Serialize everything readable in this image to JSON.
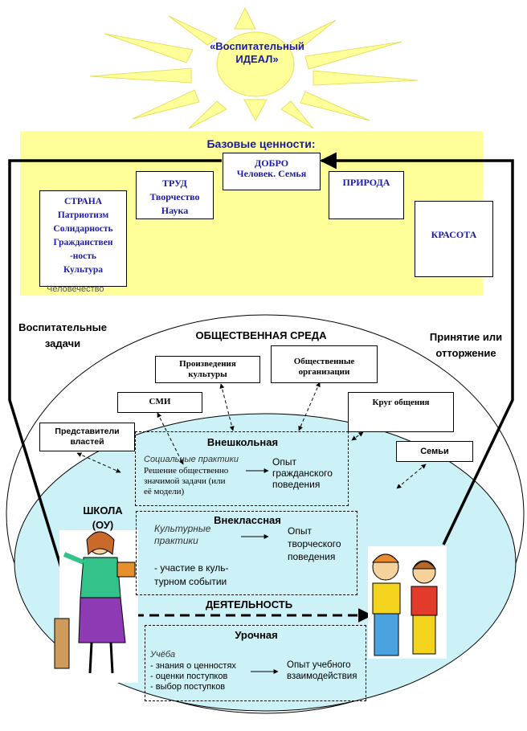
{
  "ideal": {
    "line1": "«Воспитательный",
    "line2": "ИДЕАЛ»"
  },
  "base_values": {
    "title": "Базовые ценности:",
    "dobro": {
      "title": "ДОБРО",
      "sub": "Человек. Семья"
    },
    "trud": {
      "title": "ТРУД",
      "line1": "Творчество",
      "line2": "Наука"
    },
    "priroda": {
      "title": "ПРИРОДА"
    },
    "strana": {
      "title": "СТРАНА",
      "lines": [
        "Патриотизм",
        "Солидарность",
        "Гражданствен",
        "-ность",
        "Культура"
      ],
      "overflow": "Человечество"
    },
    "krasota": {
      "title": "КРАСОТА"
    }
  },
  "side_labels": {
    "left_line1": "Воспитательные",
    "left_line2": "задачи",
    "right_line1": "Принятие или",
    "right_line2": "отторжение"
  },
  "environment": {
    "title": "ОБЩЕСТВЕННАЯ СРЕДА",
    "culture_works": {
      "line1": "Произведения",
      "line2": "культуры"
    },
    "public_orgs": {
      "line1": "Общественные",
      "line2": "организации"
    },
    "media": "СМИ",
    "circle": "Круг общения",
    "authorities": {
      "line1": "Представители",
      "line2": "властей"
    },
    "families": "Семьи"
  },
  "school": {
    "label_line1": "ШКОЛА",
    "label_line2": "(ОУ)",
    "activity": "ДЕЯТЕЛЬНОСТЬ",
    "extracurricular_out": {
      "title": "Внешкольная",
      "practice": "Социальные практики",
      "desc": [
        "Решение общественно",
        "значимой задачи (или",
        "её модели)"
      ],
      "result": [
        "Опыт",
        "гражданского",
        "поведения"
      ]
    },
    "extracurricular_in": {
      "title": "Внеклассная",
      "practice": [
        "Культурные",
        "практики"
      ],
      "desc": [
        "- участие в куль-",
        "турном событии"
      ],
      "result": [
        "Опыт",
        "творческого",
        "поведения"
      ]
    },
    "lesson": {
      "title": "Урочная",
      "practice": "Учёба",
      "items": [
        "- знания о ценностях",
        "- оценки поступков",
        "- выбор поступков"
      ],
      "result": [
        "Опыт учебного",
        "взаимодействия"
      ]
    }
  }
}
